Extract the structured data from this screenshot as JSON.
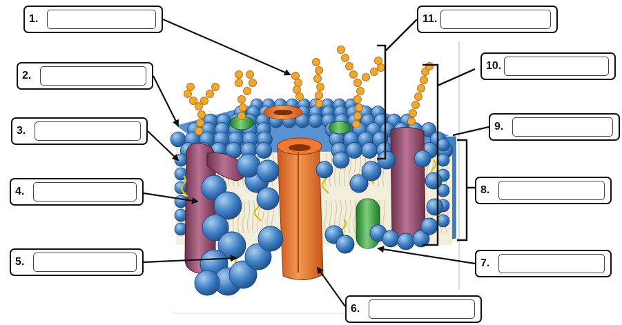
{
  "labels": [
    {
      "id": "1",
      "number": "1.",
      "answer": ""
    },
    {
      "id": "2",
      "number": "2.",
      "answer": ""
    },
    {
      "id": "3",
      "number": "3.",
      "answer": ""
    },
    {
      "id": "4",
      "number": "4.",
      "answer": ""
    },
    {
      "id": "5",
      "number": "5.",
      "answer": ""
    },
    {
      "id": "6",
      "number": "6.",
      "answer": ""
    },
    {
      "id": "7",
      "number": "7.",
      "answer": ""
    },
    {
      "id": "8",
      "number": "8.",
      "answer": ""
    },
    {
      "id": "9",
      "number": "9.",
      "answer": ""
    },
    {
      "id": "10",
      "number": "10.",
      "answer": ""
    },
    {
      "id": "11",
      "number": "11.",
      "answer": ""
    }
  ],
  "colors": {
    "phospholipid_head": "#3f7fc4",
    "phospholipid_head_light": "#8fb9e8",
    "tail": "#e8e2c8",
    "cholesterol": "#e0d030",
    "carbohydrate": "#f0a830",
    "channel_protein": "#e87830",
    "integral_protein": "#9a4a6a",
    "peripheral_protein": "#3aa040",
    "outline": "#111111"
  },
  "icons": {
    "pointer": "arrow-icon",
    "bracket": "bracket-icon"
  }
}
